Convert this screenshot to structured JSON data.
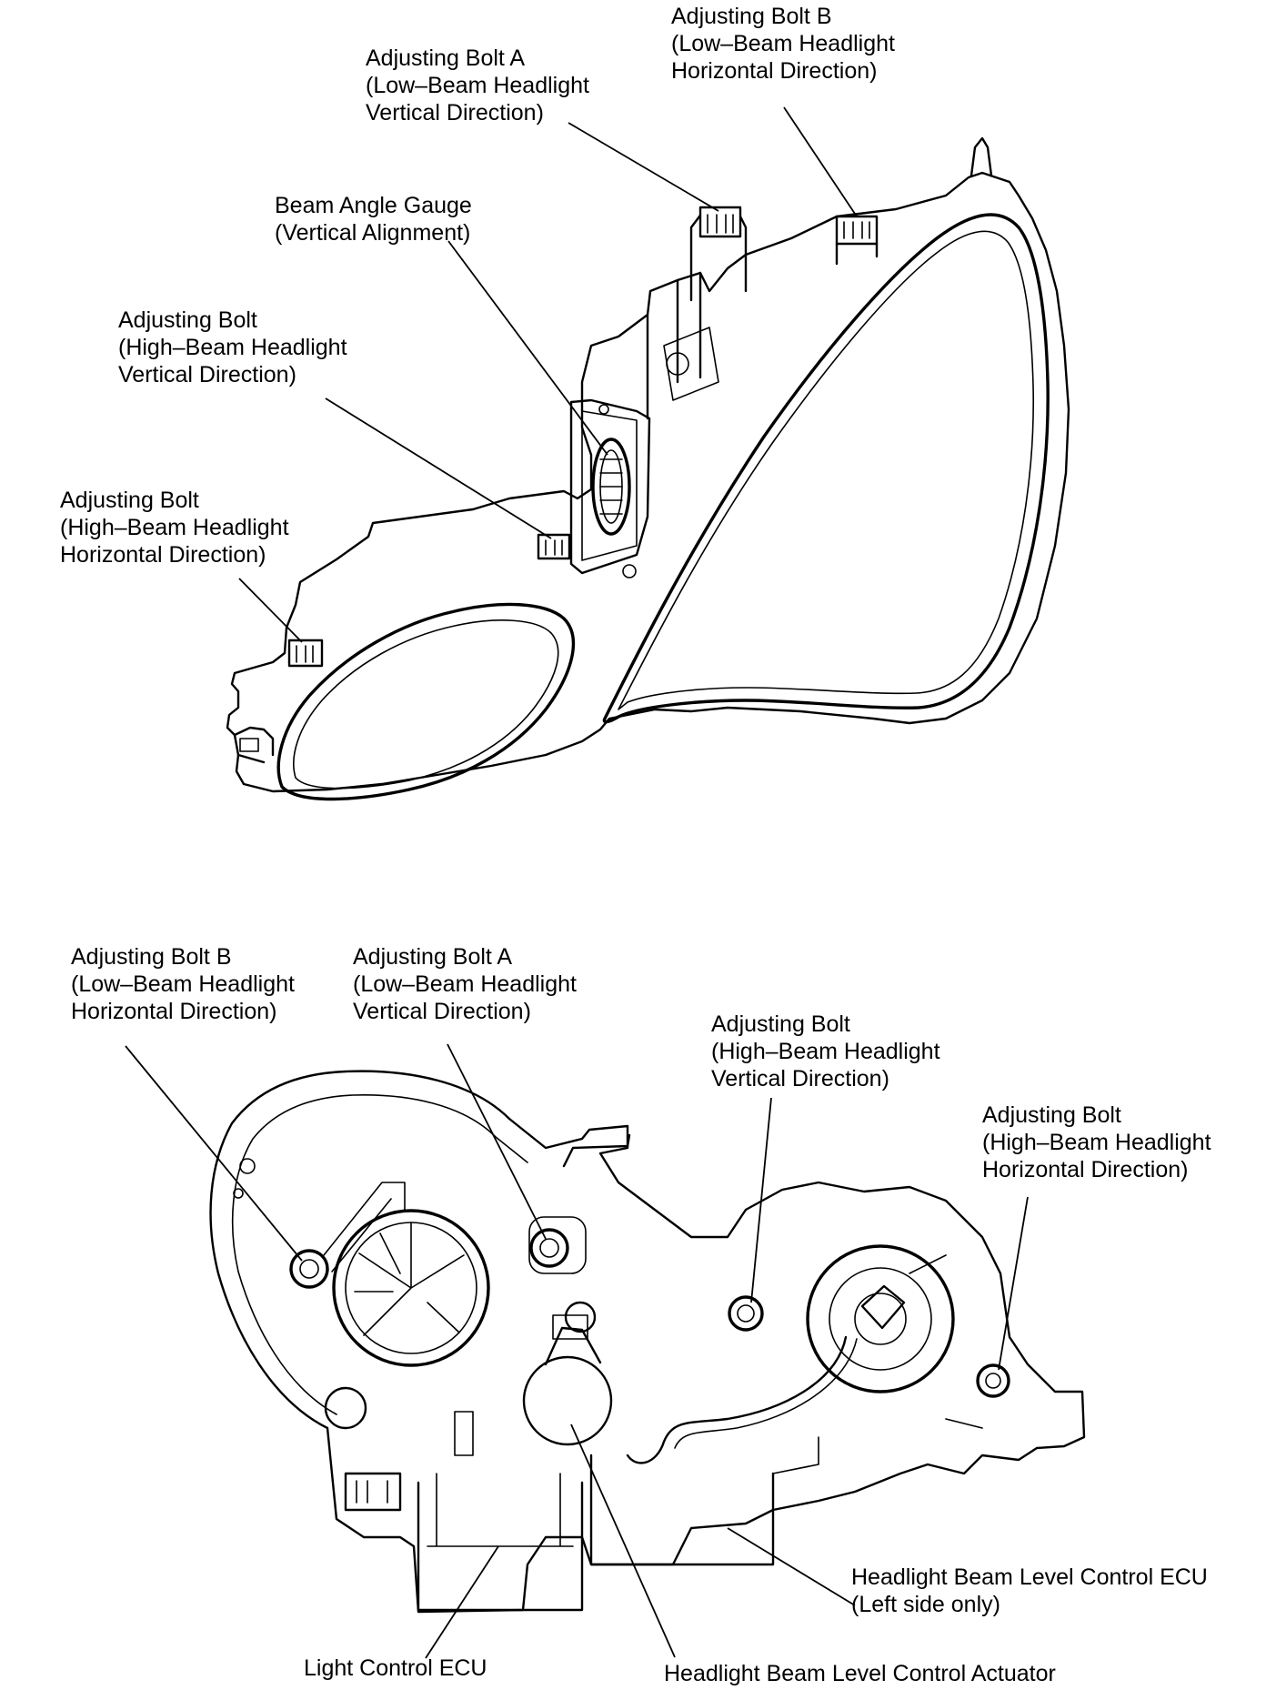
{
  "top_view": {
    "labels": [
      {
        "id": "top-adjusting-bolt-a",
        "lines": [
          "Adjusting Bolt A",
          "(Low–Beam Headlight",
          "Vertical Direction)"
        ]
      },
      {
        "id": "top-adjusting-bolt-b",
        "lines": [
          "Adjusting Bolt B",
          "(Low–Beam Headlight",
          "Horizontal Direction)"
        ]
      },
      {
        "id": "top-beam-angle-gauge",
        "lines": [
          "Beam Angle Gauge",
          "(Vertical Alignment)"
        ]
      },
      {
        "id": "top-high-beam-vertical",
        "lines": [
          "Adjusting Bolt",
          "(High–Beam Headlight",
          "Vertical Direction)"
        ]
      },
      {
        "id": "top-high-beam-horizontal",
        "lines": [
          "Adjusting Bolt",
          "(High–Beam Headlight",
          "Horizontal Direction)"
        ]
      }
    ]
  },
  "rear_view": {
    "labels": [
      {
        "id": "rear-adjusting-bolt-b",
        "lines": [
          "Adjusting Bolt B",
          "(Low–Beam Headlight",
          "Horizontal Direction)"
        ]
      },
      {
        "id": "rear-adjusting-bolt-a",
        "lines": [
          "Adjusting Bolt A",
          "(Low–Beam Headlight",
          "Vertical Direction)"
        ]
      },
      {
        "id": "rear-high-beam-vertical",
        "lines": [
          "Adjusting Bolt",
          "(High–Beam Headlight",
          "Vertical Direction)"
        ]
      },
      {
        "id": "rear-high-beam-horizontal",
        "lines": [
          "Adjusting Bolt",
          "(High–Beam Headlight",
          "Horizontal Direction)"
        ]
      },
      {
        "id": "level-control-ecu",
        "lines": [
          "Headlight Beam Level Control ECU",
          "(Left side only)"
        ]
      },
      {
        "id": "light-control-ecu",
        "lines": [
          "Light Control ECU"
        ]
      },
      {
        "id": "level-control-actuator",
        "lines": [
          "Headlight Beam Level Control Actuator"
        ]
      }
    ]
  }
}
